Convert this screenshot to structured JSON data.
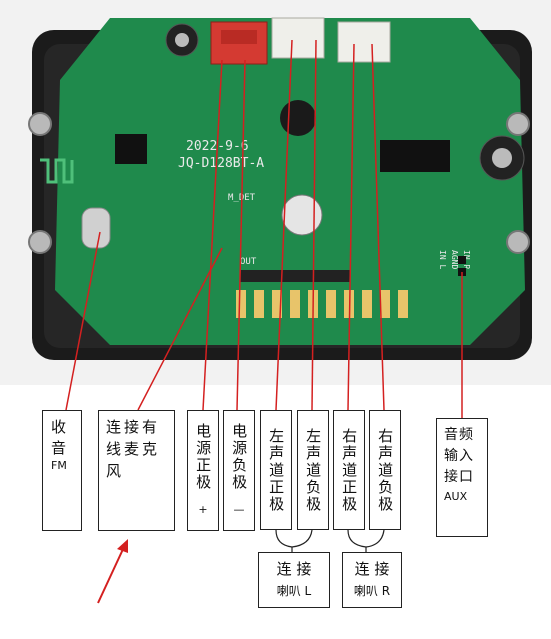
{
  "colors": {
    "background": "#ffffff",
    "board": "#1f8a4c",
    "case": "#1b1b1b",
    "callout_line": "#d42020",
    "connector_red": "#d43a32",
    "connector_white": "#efefea"
  },
  "board_silk": {
    "date": "2022-9-6",
    "model": "JQ-D128BT-A",
    "m_det": "M_DET",
    "out": "OUT",
    "in_l": "IN L",
    "agnd": "AGND",
    "in_r": "IN R"
  },
  "labels": [
    {
      "id": "fm",
      "text": "收音",
      "sub": "FM"
    },
    {
      "id": "mic",
      "text": "连接有线麦克风"
    },
    {
      "id": "pwr-pos",
      "text": "电源正极",
      "sub": "+"
    },
    {
      "id": "pwr-neg",
      "text": "电源负极",
      "sub": "—"
    },
    {
      "id": "l-pos",
      "text": "左声道正极"
    },
    {
      "id": "l-neg",
      "text": "左声道负极"
    },
    {
      "id": "r-pos",
      "text": "右声道正极"
    },
    {
      "id": "r-neg",
      "text": "右声道负极"
    },
    {
      "id": "aux",
      "text": "音频输入接口",
      "sub": "AUX"
    }
  ],
  "groups": [
    {
      "id": "speaker-l",
      "text": "连 接",
      "sub": "喇叭 L"
    },
    {
      "id": "speaker-r",
      "text": "连 接",
      "sub": "喇叭 R"
    }
  ]
}
